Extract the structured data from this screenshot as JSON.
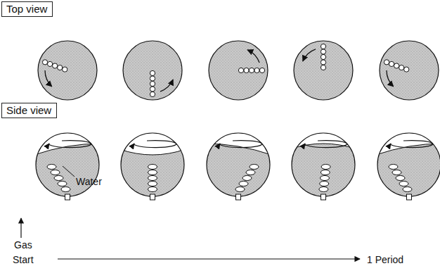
{
  "diagram": {
    "nodes": [
      {
        "text": [
          "Top view"
        ]
      },
      {
        "text": [
          "Side view"
        ]
      }
    ],
    "labels": [
      "Water",
      "Gas",
      "Start",
      "1 Period"
    ]
  }
}
